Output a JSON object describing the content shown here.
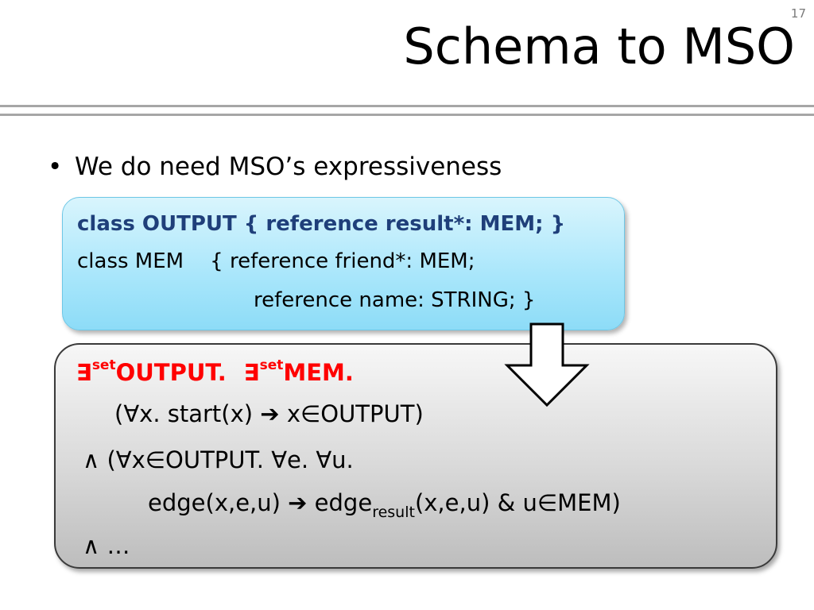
{
  "page_number": "17",
  "title": "Schema to MSO",
  "bullet": {
    "symbol": "•",
    "text": "We do need MSO’s expressiveness"
  },
  "schema": {
    "line1": "class OUTPUT { reference result*: MEM; }",
    "line2": "class MEM    { reference friend*: MEM;",
    "line3": "reference name: STRING; }"
  },
  "formula": {
    "line1": {
      "q1": "∃",
      "q1_sup": "set",
      "q1_rest": "OUTPUT.",
      "q2": "∃",
      "q2_sup": "set",
      "q2_rest": "MEM."
    },
    "line2": "(∀x. start(x) ➔ x∈OUTPUT)",
    "line3": "∧ (∀x∈OUTPUT. ∀e. ∀u.",
    "line4": {
      "pre": "edge(x,e,u) ➔ edge",
      "sub": "result",
      "post": "(x,e,u) & u∈MEM)"
    },
    "line5": "∧ …"
  },
  "colors": {
    "schema_box_fill": "#a8e6fb",
    "schema_keyword": "#1f3f7a",
    "formula_box_fill": "#d9d9d9",
    "formula_quantifier": "#ff0000",
    "rule": "#a6a6a6"
  },
  "icons": {
    "arrow": "down-arrow-icon"
  }
}
